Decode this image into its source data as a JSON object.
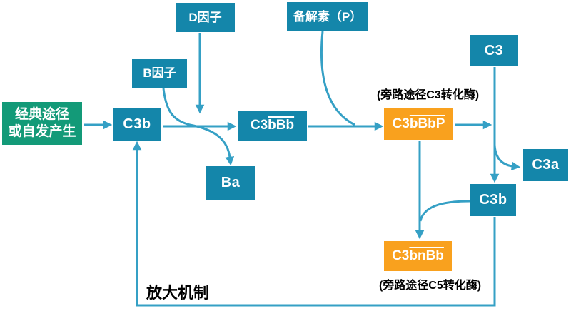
{
  "diagram": {
    "colors": {
      "node_teal": "#1486aa",
      "node_green": "#139a78",
      "node_orange": "#f9a11e",
      "arrow_teal": "#35a0c5",
      "label_black": "#000000",
      "node_text": "#ffffff"
    },
    "nodes": {
      "source": {
        "line1": "经典途径",
        "line2": "或自发产生"
      },
      "c3b_left": "C3b",
      "factor_b": "B因子",
      "factor_d": "D因子",
      "properdin": "备解素（P）",
      "ba": "Ba",
      "c3bbb": {
        "prefix": "C3",
        "overline": "bBb"
      },
      "c3bbbp": {
        "prefix": "C3",
        "overline": "bBbP"
      },
      "c3_top": "C3",
      "c3a": "C3a",
      "c3b_right": "C3b",
      "c3bnbb": {
        "prefix": "C3",
        "overline": "bnBb"
      }
    },
    "labels": {
      "c3_convertase": "(旁路途径C3转化酶)",
      "c5_convertase": "(旁路途径C5转化酶)",
      "amplification": "放大机制"
    }
  }
}
